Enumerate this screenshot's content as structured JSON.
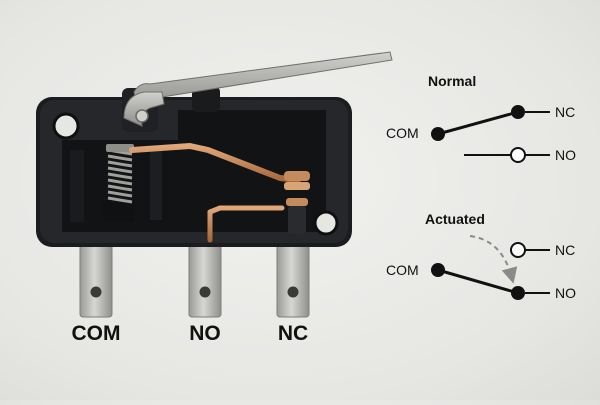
{
  "switch": {
    "pins": [
      "COM",
      "NO",
      "NC"
    ]
  },
  "schematic": {
    "normal": {
      "title": "Normal",
      "com_label": "COM",
      "nc_label": "NC",
      "no_label": "NO"
    },
    "actuated": {
      "title": "Actuated",
      "com_label": "COM",
      "nc_label": "NC",
      "no_label": "NO"
    }
  },
  "colors": {
    "housing": "#1e1f22",
    "copper": "#c98a5a",
    "metal": "#b9b9b6",
    "ink": "#111111"
  }
}
